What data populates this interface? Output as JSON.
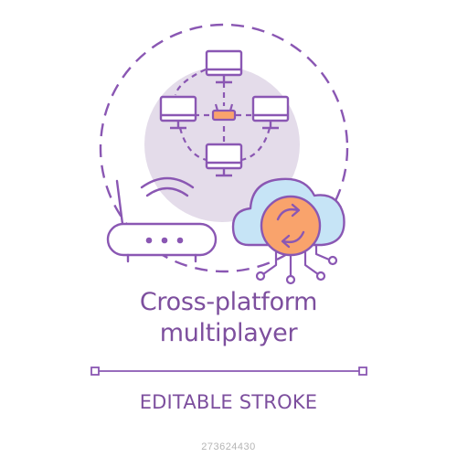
{
  "title_line1": "Cross-platform",
  "title_line2": "multiplayer",
  "badge": "EDITABLE STROKE",
  "watermark_id": "273624430",
  "colors": {
    "outline": "#8a57b3",
    "bg_circle": "#e4dcea",
    "screen": "#ffffff",
    "cloud": "#c6e4f6",
    "sync": "#f9a36c",
    "router_body": "#ffffff",
    "hub": "#f9a36c"
  },
  "icons": [
    "computer-icon",
    "network-hub-icon",
    "router-icon",
    "wifi-icon",
    "cloud-icon",
    "sync-icon",
    "circuit-icon"
  ]
}
